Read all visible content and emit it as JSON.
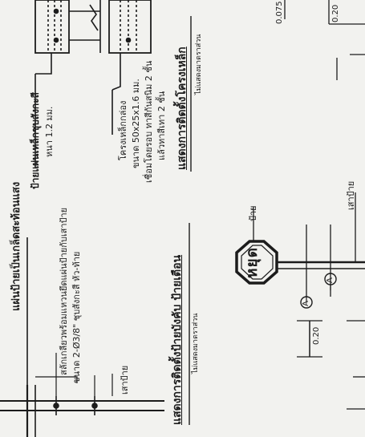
{
  "notes": {
    "panel_label": "แผ่นป้ายเป็นเกล็ดสะท้อนแสง",
    "plate_note": "ป้ายแผ่นเหล็กชุบสังกะสี",
    "plate_thickness": "หนา 1.2 มม.",
    "clamp_note": "สลักเกลียวพร้อมแหวนยึดแผ่นป้ายกับเสาป้าย",
    "clamp_spec": "ขนาด 2-Ø3/8\" ชุบสังกะสี หัว-ท้าย",
    "post_label": "เสาป้าย",
    "steel_note": "โครงเหล็กกล่อง",
    "steel_spec": "ขนาด 50x25x1.6 มม.",
    "weld_note": "เชื่อมโดยรอบ ทาสีกันสนิม 2 ชั้น",
    "paint_note": "แล้วทาสีเทา 2 ชั้น"
  },
  "titles": {
    "main_title": "แสดงการติดตั้งป้ายบังคับ ป้ายเตือน",
    "main_scale": "ไม่แสดงมาตราส่วน",
    "frame_title": "แสดงการติดตั้งโครงเหล็ก",
    "frame_scale": "ไม่แสดงมาตราส่วน"
  },
  "sign": {
    "text": "หยุด",
    "sign_label": "ป้าย",
    "post_label": "เสาป้าย",
    "marker_a": "A"
  },
  "dims": {
    "d1": "0.20",
    "d2": "0.075",
    "d3": "0.20"
  },
  "colors": {
    "ink": "#1c1c1c",
    "paper": "#f2f2ef"
  }
}
